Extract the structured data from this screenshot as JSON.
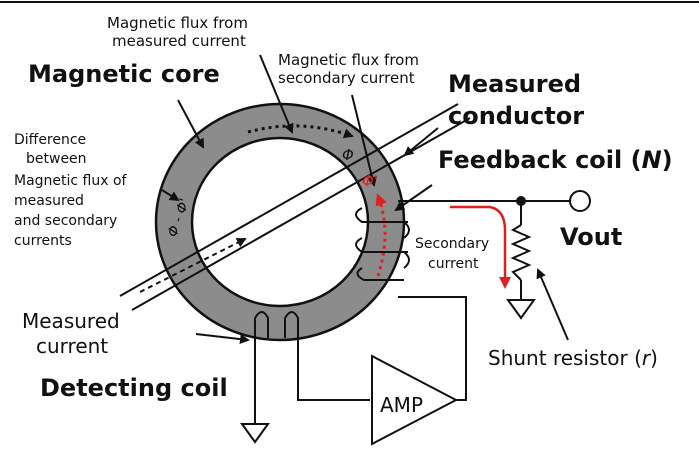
{
  "labels": {
    "magnetic_core": "Magnetic core",
    "flux_measured_1": "Magnetic flux from",
    "flux_measured_2": "measured current",
    "flux_secondary_1": "Magnetic flux from",
    "flux_secondary_2": "secondary current",
    "measured_conductor_1": "Measured",
    "measured_conductor_2": "conductor",
    "feedback_coil": "Feedback coil (",
    "feedback_coil_n": "N",
    "feedback_coil_close": ")",
    "difference_1": "Difference",
    "difference_2": "between",
    "difference_3": "Magnetic flux of",
    "difference_4": "measured",
    "difference_5": "and secondary",
    "difference_6": "currents",
    "secondary_current_1": "Secondary",
    "secondary_current_2": "current",
    "vout": "Vout",
    "measured_current_1": "Measured",
    "measured_current_2": "current",
    "shunt_resistor": "Shunt resistor (",
    "shunt_resistor_r": "r",
    "shunt_resistor_close": ")",
    "detecting_coil": "Detecting coil",
    "amp": "AMP",
    "phi": "Φ",
    "phi_prime": "Φ'",
    "phi_diff": "Φ - Φ'"
  },
  "colors": {
    "core": "#8c8c8c",
    "accent_red": "#e02020",
    "line": "#111111"
  }
}
